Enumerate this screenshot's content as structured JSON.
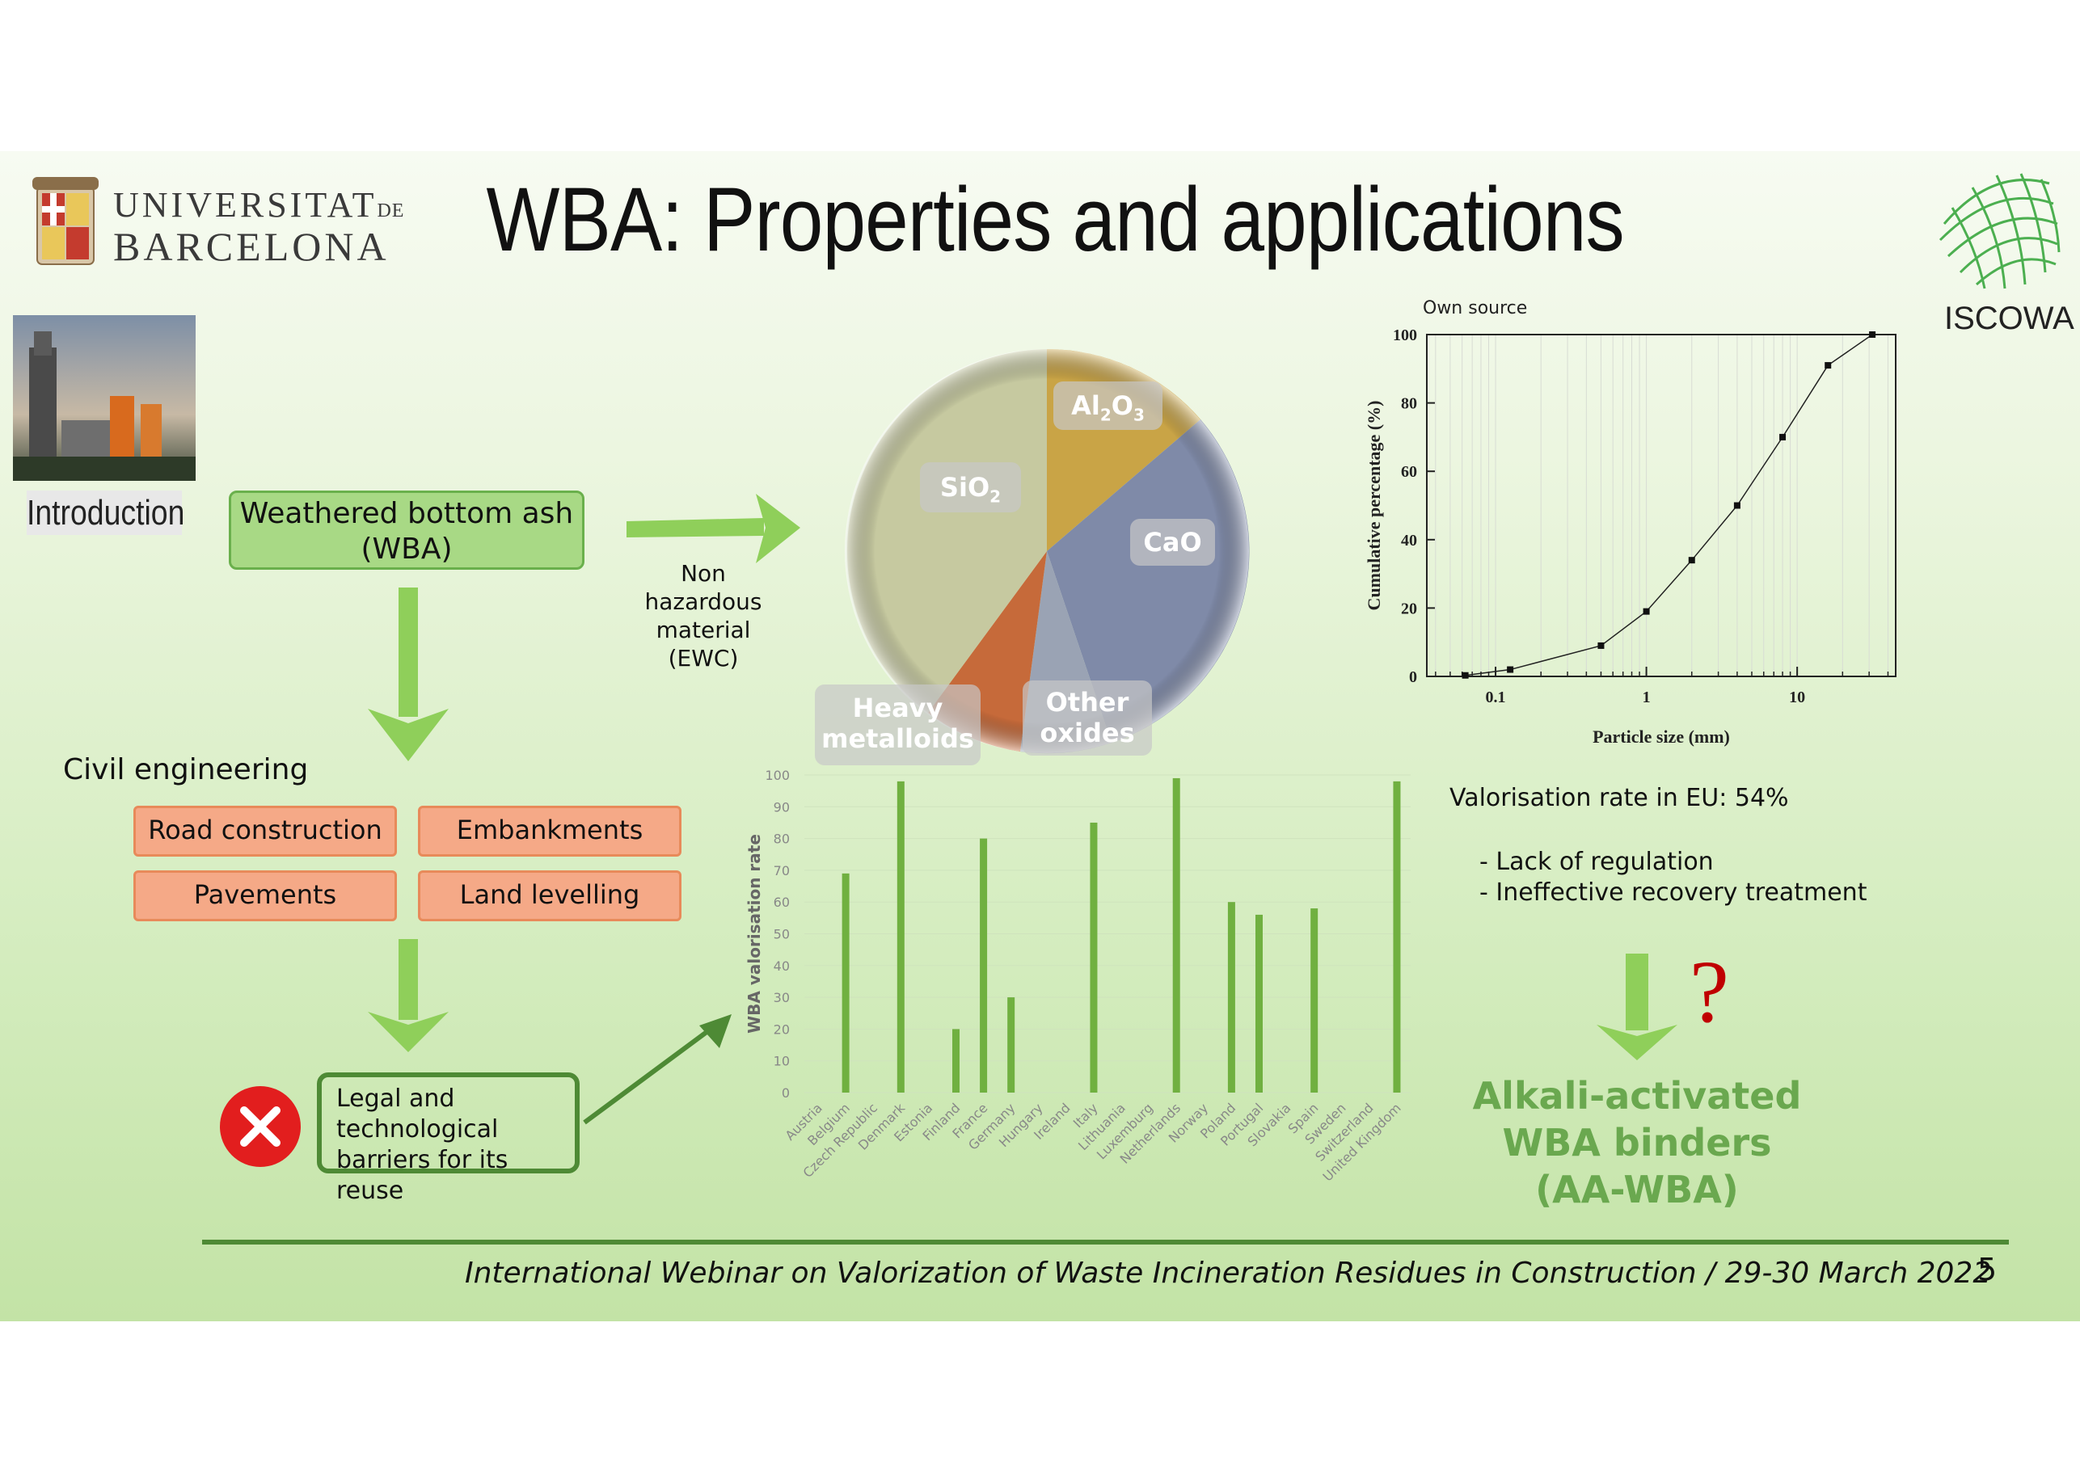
{
  "title": "WBA: Properties and applications",
  "logo_left": {
    "line1_main": "UNIVERSITAT",
    "line1_small": "DE",
    "line2": "BARCELONA"
  },
  "logo_right": {
    "name": "ISCOWA"
  },
  "intro_label": "Introduction",
  "wba_box": {
    "line1": "Weathered bottom ash",
    "line2": "(WBA)"
  },
  "non_hazardous": {
    "l1": "Non",
    "l2": "hazardous",
    "l3": "material",
    "l4": "(EWC)"
  },
  "civil": {
    "heading": "Civil engineering",
    "items": [
      "Road construction",
      "Embankments",
      "Pavements",
      "Land levelling"
    ]
  },
  "barriers": {
    "l1": "Legal and",
    "l2": "technological",
    "l3": "barriers for its reuse"
  },
  "pie_labels": {
    "al2o3": "Al",
    "al2o3_sub1": "2",
    "al2o3_o": "O",
    "al2o3_sub2": "3",
    "sio2": "SiO",
    "sio2_sub": "2",
    "cao": "CaO",
    "heavy_l1": "Heavy",
    "heavy_l2": "metalloids",
    "other_l1": "Other",
    "other_l2": "oxides"
  },
  "colors": {
    "accent_green": "#6ab04c",
    "bar_green": "#70b040",
    "dark_green": "#4e8a35",
    "orange": "#f5a987",
    "red": "#e21e1e",
    "alkali_green": "#6aa84f"
  },
  "curve_note": "Own source",
  "valorisation": {
    "rate": "Valorisation rate in EU: 54%",
    "reason1": "- Lack of regulation",
    "reason2": "- Ineffective recovery treatment"
  },
  "question_mark": "?",
  "alkali": {
    "l1": "Alkali-activated",
    "l2": "WBA binders",
    "l3": "(AA-WBA)"
  },
  "footer": {
    "text": "International Webinar on Valorization of Waste Incineration Residues in Construction / 29-30 March 2022",
    "page": "5"
  },
  "chart_data": [
    {
      "type": "line",
      "xlabel": "Particle size (mm)",
      "ylabel": "Cumulative percentage (%)",
      "x_scale": "log",
      "xlim": [
        0.035,
        45
      ],
      "ylim": [
        0,
        100
      ],
      "x_ticks": [
        "0.1",
        "1",
        "10"
      ],
      "y_ticks": [
        "0",
        "20",
        "40",
        "60",
        "80",
        "100"
      ],
      "grid": true,
      "x": [
        0.063,
        0.125,
        0.5,
        1,
        2,
        4,
        8,
        16,
        31.5
      ],
      "y": [
        0.3,
        2,
        9,
        19,
        34,
        50,
        70,
        91,
        100
      ]
    },
    {
      "type": "bar",
      "ylabel": "WBA valorisation rate",
      "ylim": [
        0,
        100
      ],
      "y_ticks": [
        "0",
        "10",
        "20",
        "30",
        "40",
        "50",
        "60",
        "70",
        "80",
        "90",
        "100"
      ],
      "categories": [
        "Austria",
        "Belgium",
        "Czech Republic",
        "Denmark",
        "Estonia",
        "Finland",
        "France",
        "Germany",
        "Hungary",
        "Ireland",
        "Italy",
        "Lithuania",
        "Luxemburg",
        "Netherlands",
        "Norway",
        "Poland",
        "Portugal",
        "Slovakia",
        "Spain",
        "Sweden",
        "Switzerland",
        "United Kingdom"
      ],
      "values": [
        0,
        69,
        0,
        98,
        0,
        20,
        80,
        30,
        0,
        0,
        85,
        0,
        0,
        99,
        0,
        60,
        56,
        0,
        58,
        0,
        0,
        98
      ]
    }
  ]
}
